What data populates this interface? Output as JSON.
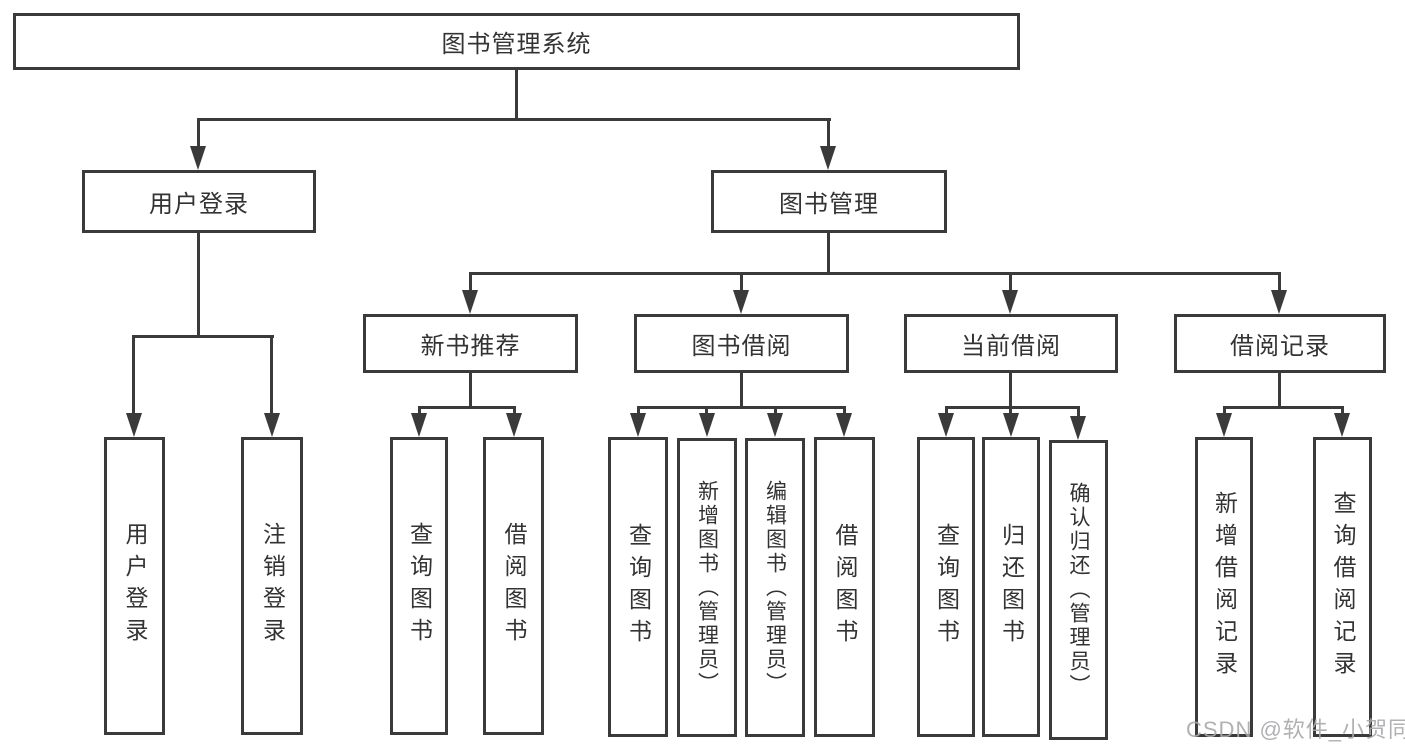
{
  "tree": {
    "root": {
      "label": "图书管理系统"
    },
    "branches": [
      {
        "label": "用户登录",
        "children": [
          {
            "label": "用户登录"
          },
          {
            "label": "注销登录"
          }
        ]
      },
      {
        "label": "图书管理",
        "children": [
          {
            "label": "新书推荐",
            "children": [
              {
                "label": "查询图书"
              },
              {
                "label": "借阅图书"
              }
            ]
          },
          {
            "label": "图书借阅",
            "children": [
              {
                "label": "查询图书"
              },
              {
                "label": "新增图书（管理员）"
              },
              {
                "label": "编辑图书（管理员）"
              },
              {
                "label": "借阅图书"
              }
            ]
          },
          {
            "label": "当前借阅",
            "children": [
              {
                "label": "查询图书"
              },
              {
                "label": "归还图书"
              },
              {
                "label": "确认归还（管理员）"
              }
            ]
          },
          {
            "label": "借阅记录",
            "children": [
              {
                "label": "新增借阅记录"
              },
              {
                "label": "查询借阅记录"
              }
            ]
          }
        ]
      }
    ]
  },
  "watermark": {
    "text": "CSDN @软件_小贺同学"
  },
  "colors": {
    "line": "#3a3a3a",
    "box_border": "#3a3a3a",
    "text": "#333333",
    "background": "#ffffff",
    "watermark": "#a8a8ac"
  }
}
